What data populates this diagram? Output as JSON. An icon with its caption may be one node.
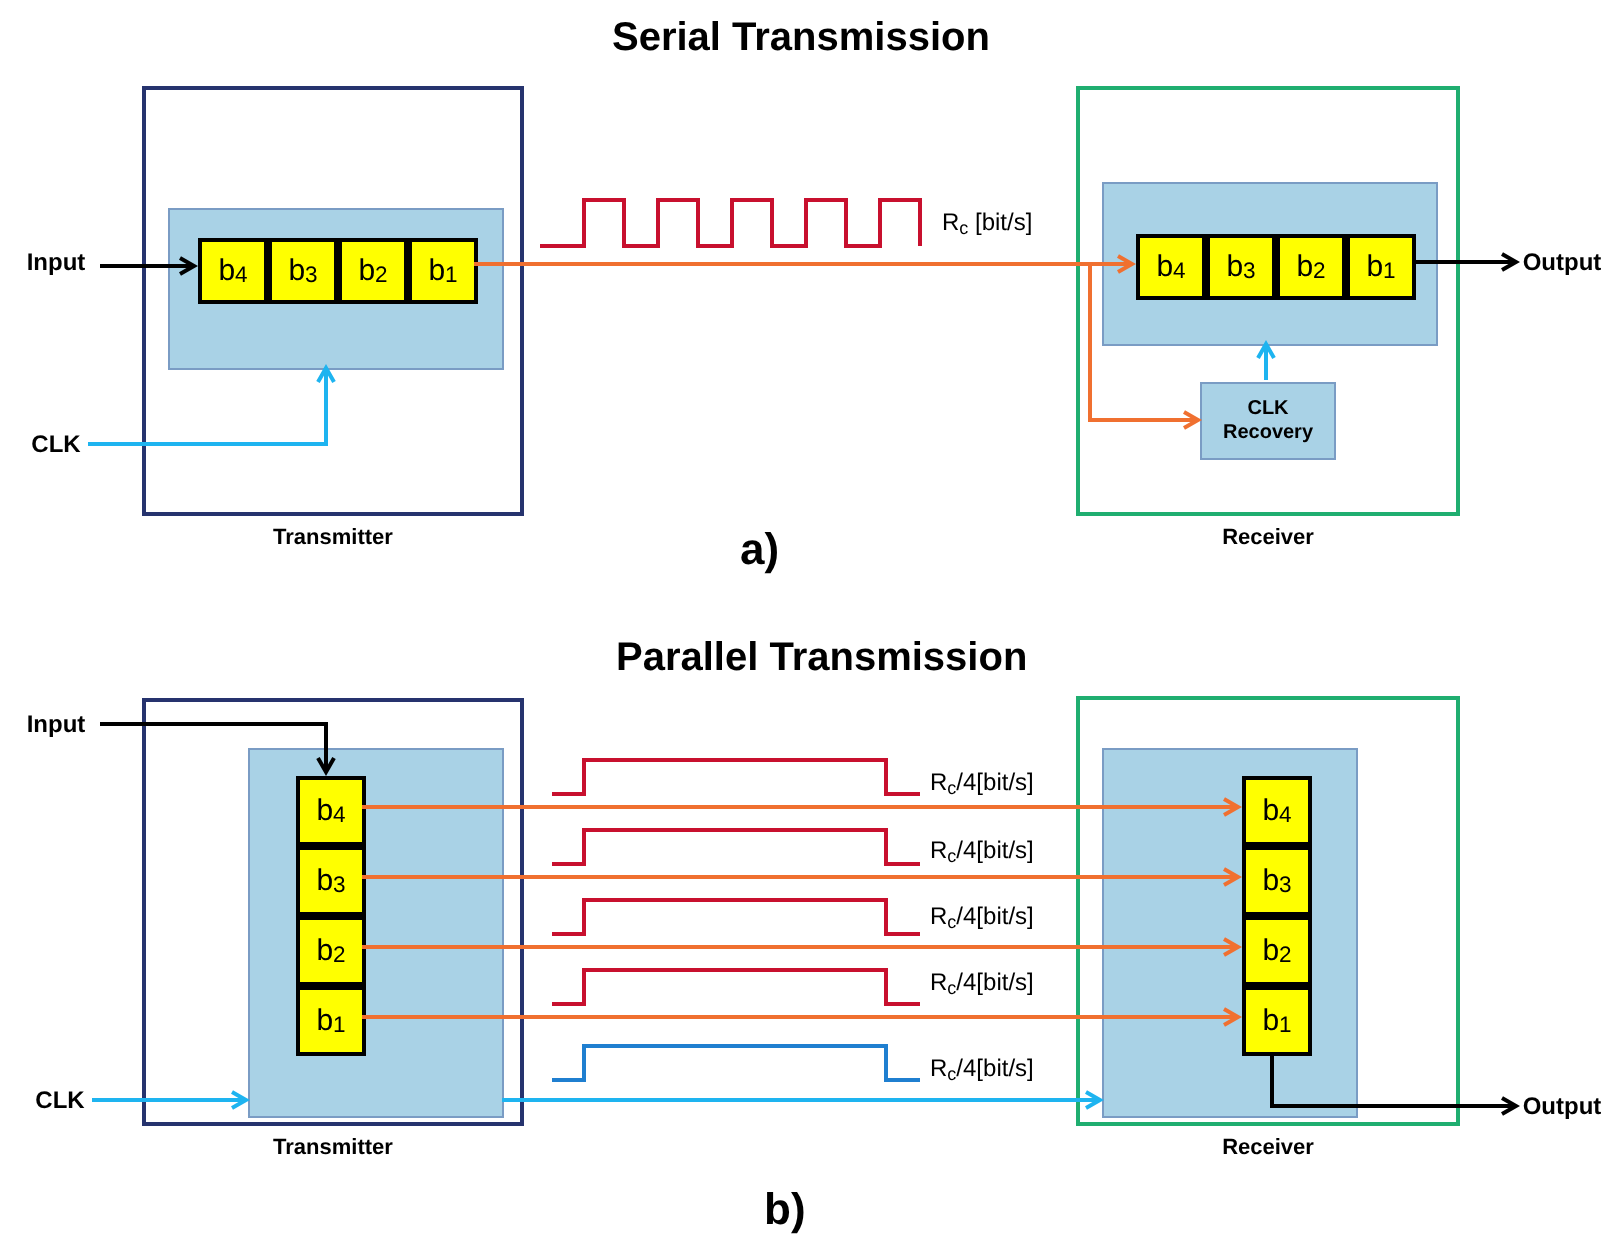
{
  "diagram": {
    "title": "Serial Transmission",
    "nodes": [
      {
        "text": [
          "Transmitter"
        ]
      },
      {
        "text": [],
        "shape": "box",
        "in": 0
      },
      {
        "text": [
          "b$_{4}$"
        ],
        "in": 1
      },
      {
        "text": [
          "b$_{3}$"
        ],
        "in": 1
      },
      {
        "text": [
          "b$_{2}$"
        ],
        "in": 1
      },
      {
        "text": [
          "b$_{1}$"
        ],
        "in": 1
      },
      {
        "text": [
          "Input"
        ]
      },
      {
        "text": [
          "CLK"
        ]
      },
      {
        "text": [
          "Receiver"
        ]
      },
      {
        "text": [],
        "shape": "box",
        "in": 8
      },
      {
        "text": [
          "b$_{4}$"
        ],
        "in": 9
      },
      {
        "text": [
          "b$_{3}$"
        ],
        "in": 9
      },
      {
        "text": [
          "b$_{2}$"
        ],
        "in": 9
      },
      {
        "text": [
          "b$_{1}$"
        ],
        "in": 9
      },
      {
        "text": [
          "CLK Recovery"
        ],
        "in": 8
      },
      {
        "text": [
          "Output"
        ]
      },
      {
        "text": [
          "Transmitter"
        ]
      },
      {
        "text": [],
        "shape": "box",
        "in": 16
      },
      {
        "text": [
          "b$_{4}$"
        ],
        "in": 17
      },
      {
        "text": [
          "b$_{3}$"
        ],
        "in": 17
      },
      {
        "text": [
          "b$_{2}$"
        ],
        "in": 17
      },
      {
        "text": [
          "b$_{1}$"
        ],
        "in": 17
      },
      {
        "text": [
          "Input"
        ]
      },
      {
        "text": [
          "CLK"
        ]
      },
      {
        "text": [
          "Receiver"
        ]
      },
      {
        "text": [],
        "shape": "box",
        "in": 24
      },
      {
        "text": [
          "b$_{4}$"
        ],
        "in": 25
      },
      {
        "text": [
          "b$_{3}$"
        ],
        "in": 25
      },
      {
        "text": [
          "b$_{2}$"
        ],
        "in": 25
      },
      {
        "text": [
          "b$_{1}$"
        ],
        "in": 25
      },
      {
        "text": [
          "Output"
        ]
      }
    ],
    "edges": [
      {
        "from": 6,
        "to": 2,
        "arrow": "to",
        "color": "#000000"
      },
      {
        "from": 7,
        "to": 1,
        "arrow": "to",
        "color": "#1eb4f0"
      },
      {
        "from": 5,
        "to": 10,
        "arrow": "to",
        "label": "R$_{c}$ [bit/s]"
      },
      {
        "from": 5,
        "to": 14,
        "arrow": "to"
      },
      {
        "from": 14,
        "to": 9,
        "arrow": "to",
        "color": "#1eb4f0"
      },
      {
        "from": 13,
        "to": 15,
        "arrow": "to",
        "color": "#000000"
      },
      {
        "from": 22,
        "to": 18,
        "arrow": "to",
        "color": "#000000"
      },
      {
        "from": 23,
        "to": 17,
        "arrow": "to",
        "color": "#1eb4f0"
      },
      {
        "from": 18,
        "to": 26,
        "arrow": "to",
        "label": "R$_{c}$/4[bit/s]"
      },
      {
        "from": 19,
        "to": 27,
        "arrow": "to",
        "label": "R$_{c}$/4[bit/s]"
      },
      {
        "from": 20,
        "to": 28,
        "arrow": "to",
        "label": "R$_{c}$/4[bit/s]"
      },
      {
        "from": 21,
        "to": 29,
        "arrow": "to",
        "label": "R$_{c}$/4[bit/s]"
      },
      {
        "from": 17,
        "to": 25,
        "arrow": "to",
        "label": "R$_{c}$/4[bit/s]",
        "color": "#1eb4f0"
      },
      {
        "from": 29,
        "to": 30,
        "arrow": "to",
        "color": "#000000"
      }
    ],
    "labels": [
      "a)",
      "Parallel Transmission",
      "b)"
    ]
  }
}
